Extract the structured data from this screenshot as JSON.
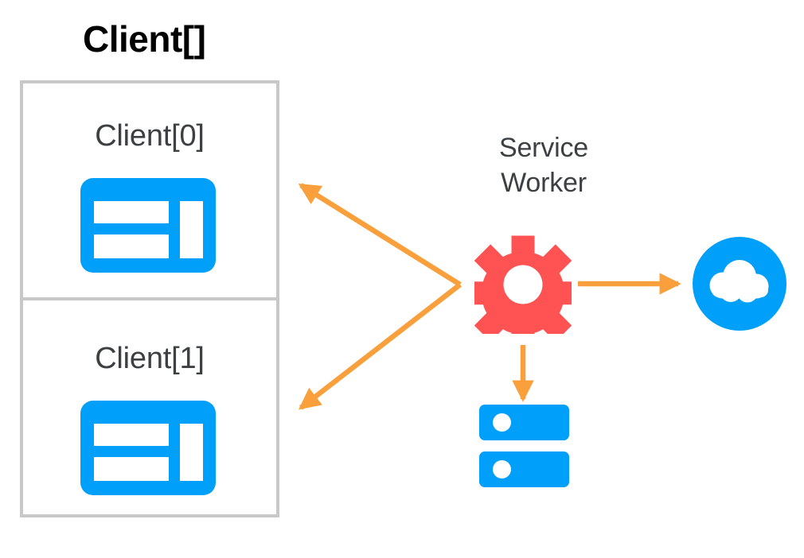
{
  "diagram": {
    "title": "Client[]",
    "title_color": "#000000",
    "label_color": "#3c4043",
    "background": "#ffffff",
    "clients_group": {
      "name": "Client[]",
      "border_color": "#c8c8c8",
      "clients": [
        {
          "label": "Client[0]",
          "icon": "browser-window-icon",
          "icon_color": "#00a0fa"
        },
        {
          "label": "Client[1]",
          "icon": "browser-window-icon",
          "icon_color": "#00a0fa"
        }
      ]
    },
    "service_worker": {
      "label_line1": "Service",
      "label_line2": "Worker",
      "icon": "gear-icon",
      "icon_color": "#ff5252"
    },
    "network": {
      "label": "",
      "icon": "cloud-icon",
      "circle_color": "#00a0fa",
      "cloud_color": "#ffffff"
    },
    "storage": {
      "label": "",
      "icon": "database-icon",
      "icon_color": "#00a0fa",
      "dot_color": "#ffffff"
    },
    "arrows": {
      "color": "#f9a03c",
      "items": [
        {
          "name": "arrow-sw-to-client0",
          "from": "service-worker",
          "to": "client-0",
          "direction": "up-left"
        },
        {
          "name": "arrow-sw-to-client1",
          "from": "service-worker",
          "to": "client-1",
          "direction": "down-left"
        },
        {
          "name": "arrow-sw-to-network",
          "from": "service-worker",
          "to": "cloud",
          "direction": "right"
        },
        {
          "name": "arrow-sw-to-storage",
          "from": "service-worker",
          "to": "database",
          "direction": "down"
        }
      ]
    }
  }
}
